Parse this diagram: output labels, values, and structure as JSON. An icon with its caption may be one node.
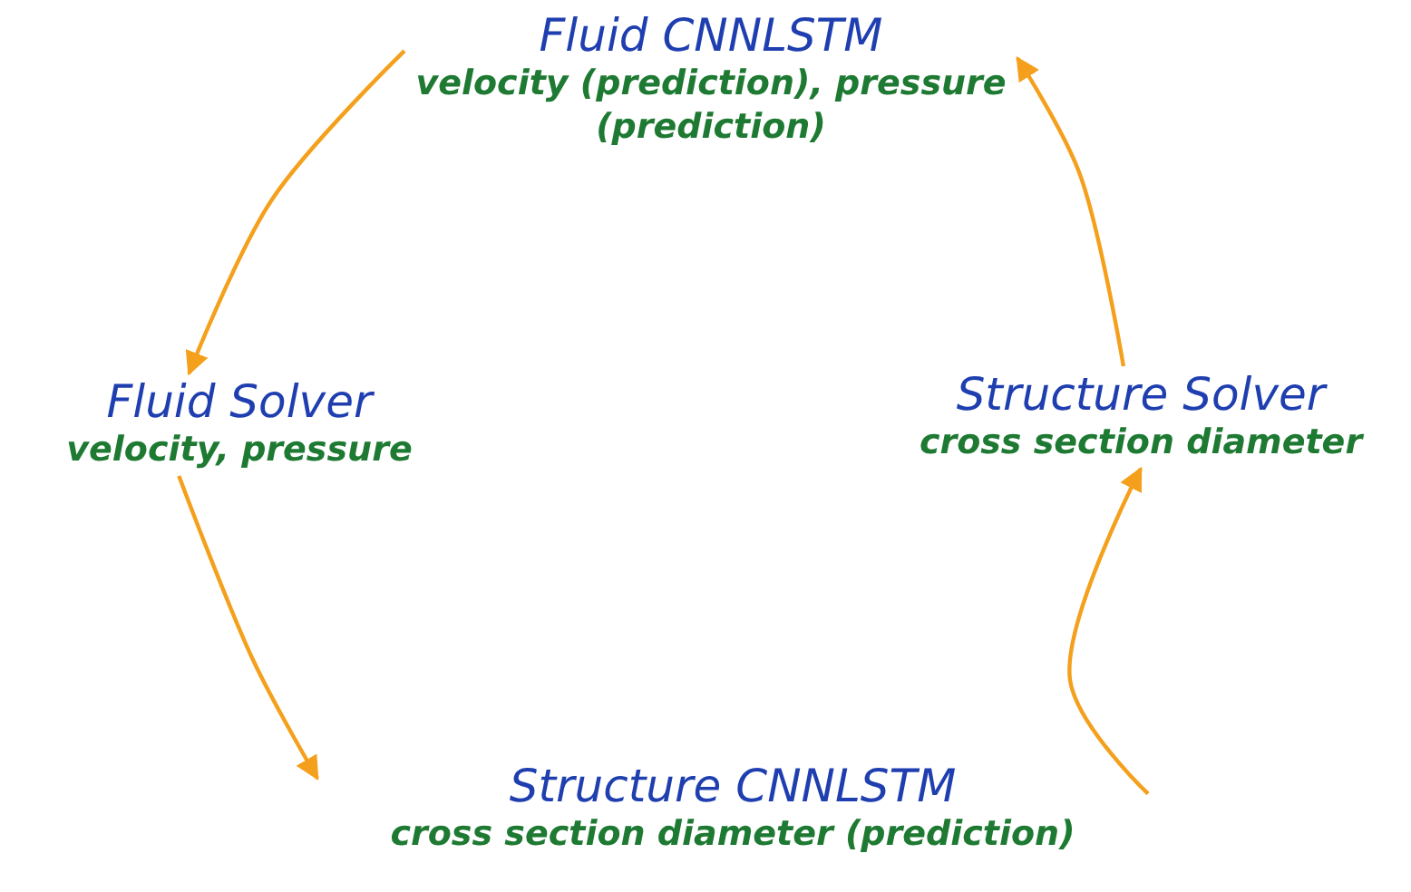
{
  "diagram": {
    "nodes": [
      {
        "text": [
          "Fluid CNNLSTM",
          "velocity (prediction), pressure (prediction)"
        ]
      },
      {
        "text": [
          "Fluid Solver",
          "velocity, pressure"
        ]
      },
      {
        "text": [
          "Structure CNNLSTM",
          "cross section diameter (prediction)"
        ]
      },
      {
        "text": [
          "Structure Solver",
          "cross section diameter"
        ]
      }
    ],
    "edges": [
      {
        "from": 0,
        "to": 1,
        "arrow": "to"
      },
      {
        "from": 1,
        "to": 2,
        "arrow": "to"
      },
      {
        "from": 2,
        "to": 3,
        "arrow": "to"
      },
      {
        "from": 3,
        "to": 0,
        "arrow": "to"
      }
    ]
  }
}
